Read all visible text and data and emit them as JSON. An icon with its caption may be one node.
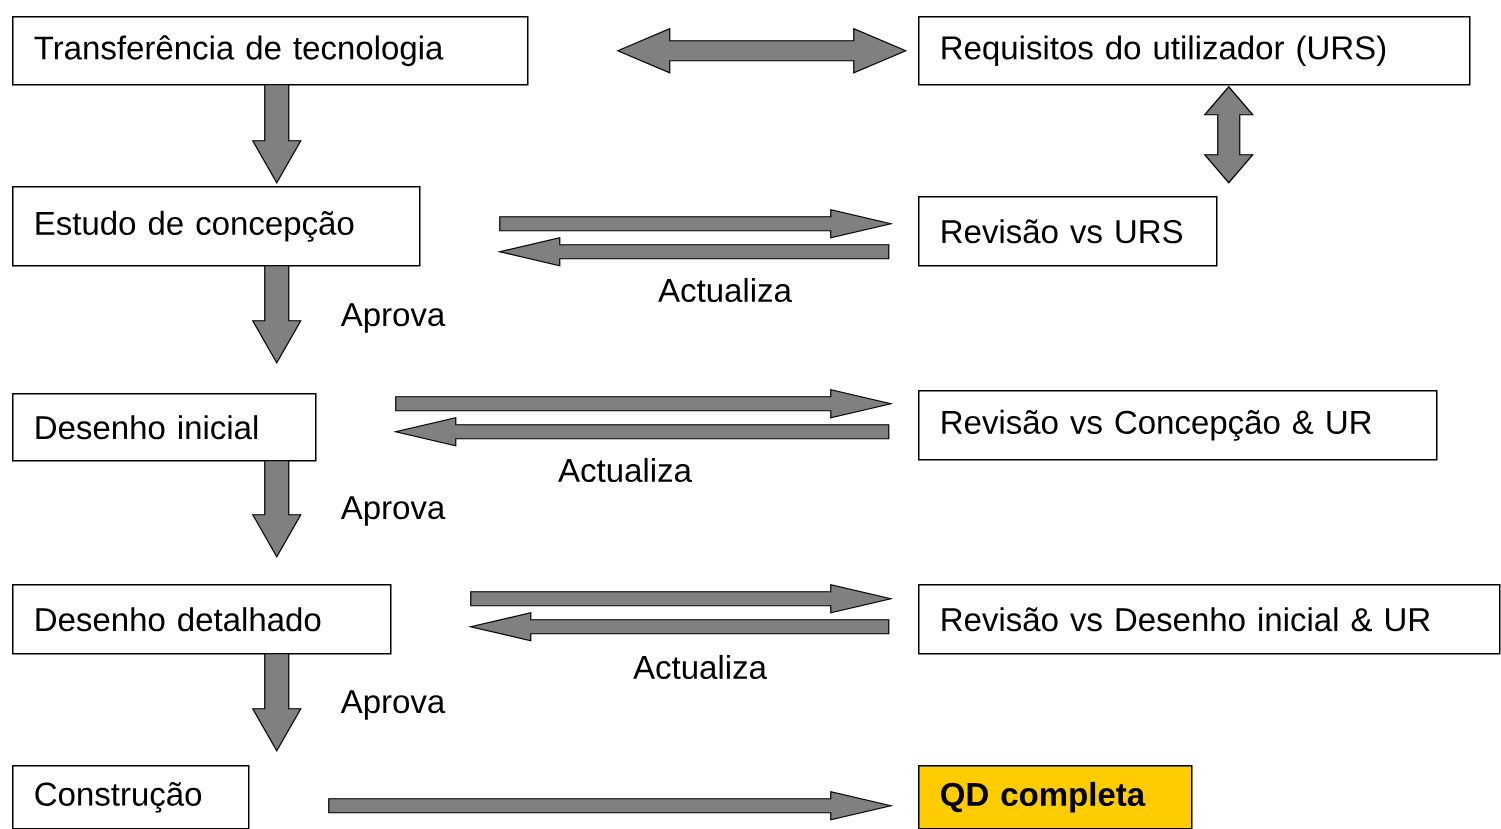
{
  "diagram": {
    "nodes": [
      {
        "text": [
          "Transferência de tecnologia"
        ]
      },
      {
        "text": [
          "Requisitos do utilizador (URS)"
        ]
      },
      {
        "text": [
          "Estudo de concepção"
        ]
      },
      {
        "text": [
          "Revisão vs URS"
        ]
      },
      {
        "text": [
          "Desenho inicial"
        ]
      },
      {
        "text": [
          "Revisão vs Concepção & UR"
        ]
      },
      {
        "text": [
          "Desenho detalhado"
        ]
      },
      {
        "text": [
          "Revisão vs Desenho inicial & UR"
        ]
      },
      {
        "text": [
          "Construção"
        ]
      },
      {
        "text": [
          "QD completa"
        ]
      }
    ],
    "edges": [
      {
        "from": 0,
        "to": 1,
        "arrow": "both"
      },
      {
        "from": 2,
        "to": 3,
        "arrow": "to"
      },
      {
        "from": 3,
        "to": 2,
        "arrow": "to",
        "label": "Actualiza"
      },
      {
        "from": 1,
        "to": 3,
        "arrow": "both"
      },
      {
        "from": 0,
        "to": 2,
        "arrow": "to"
      },
      {
        "from": 2,
        "to": 4,
        "arrow": "to",
        "label": "Aprova"
      },
      {
        "from": 4,
        "to": 5,
        "arrow": "to"
      },
      {
        "from": 5,
        "to": 4,
        "arrow": "to",
        "label": "Actualiza"
      },
      {
        "from": 4,
        "to": 6,
        "arrow": "to",
        "label": "Aprova"
      },
      {
        "from": 6,
        "to": 7,
        "arrow": "to"
      },
      {
        "from": 7,
        "to": 6,
        "arrow": "to",
        "label": "Actualiza"
      },
      {
        "from": 6,
        "to": 8,
        "arrow": "to",
        "label": "Aprova"
      },
      {
        "from": 8,
        "to": 9,
        "arrow": "to"
      }
    ]
  }
}
